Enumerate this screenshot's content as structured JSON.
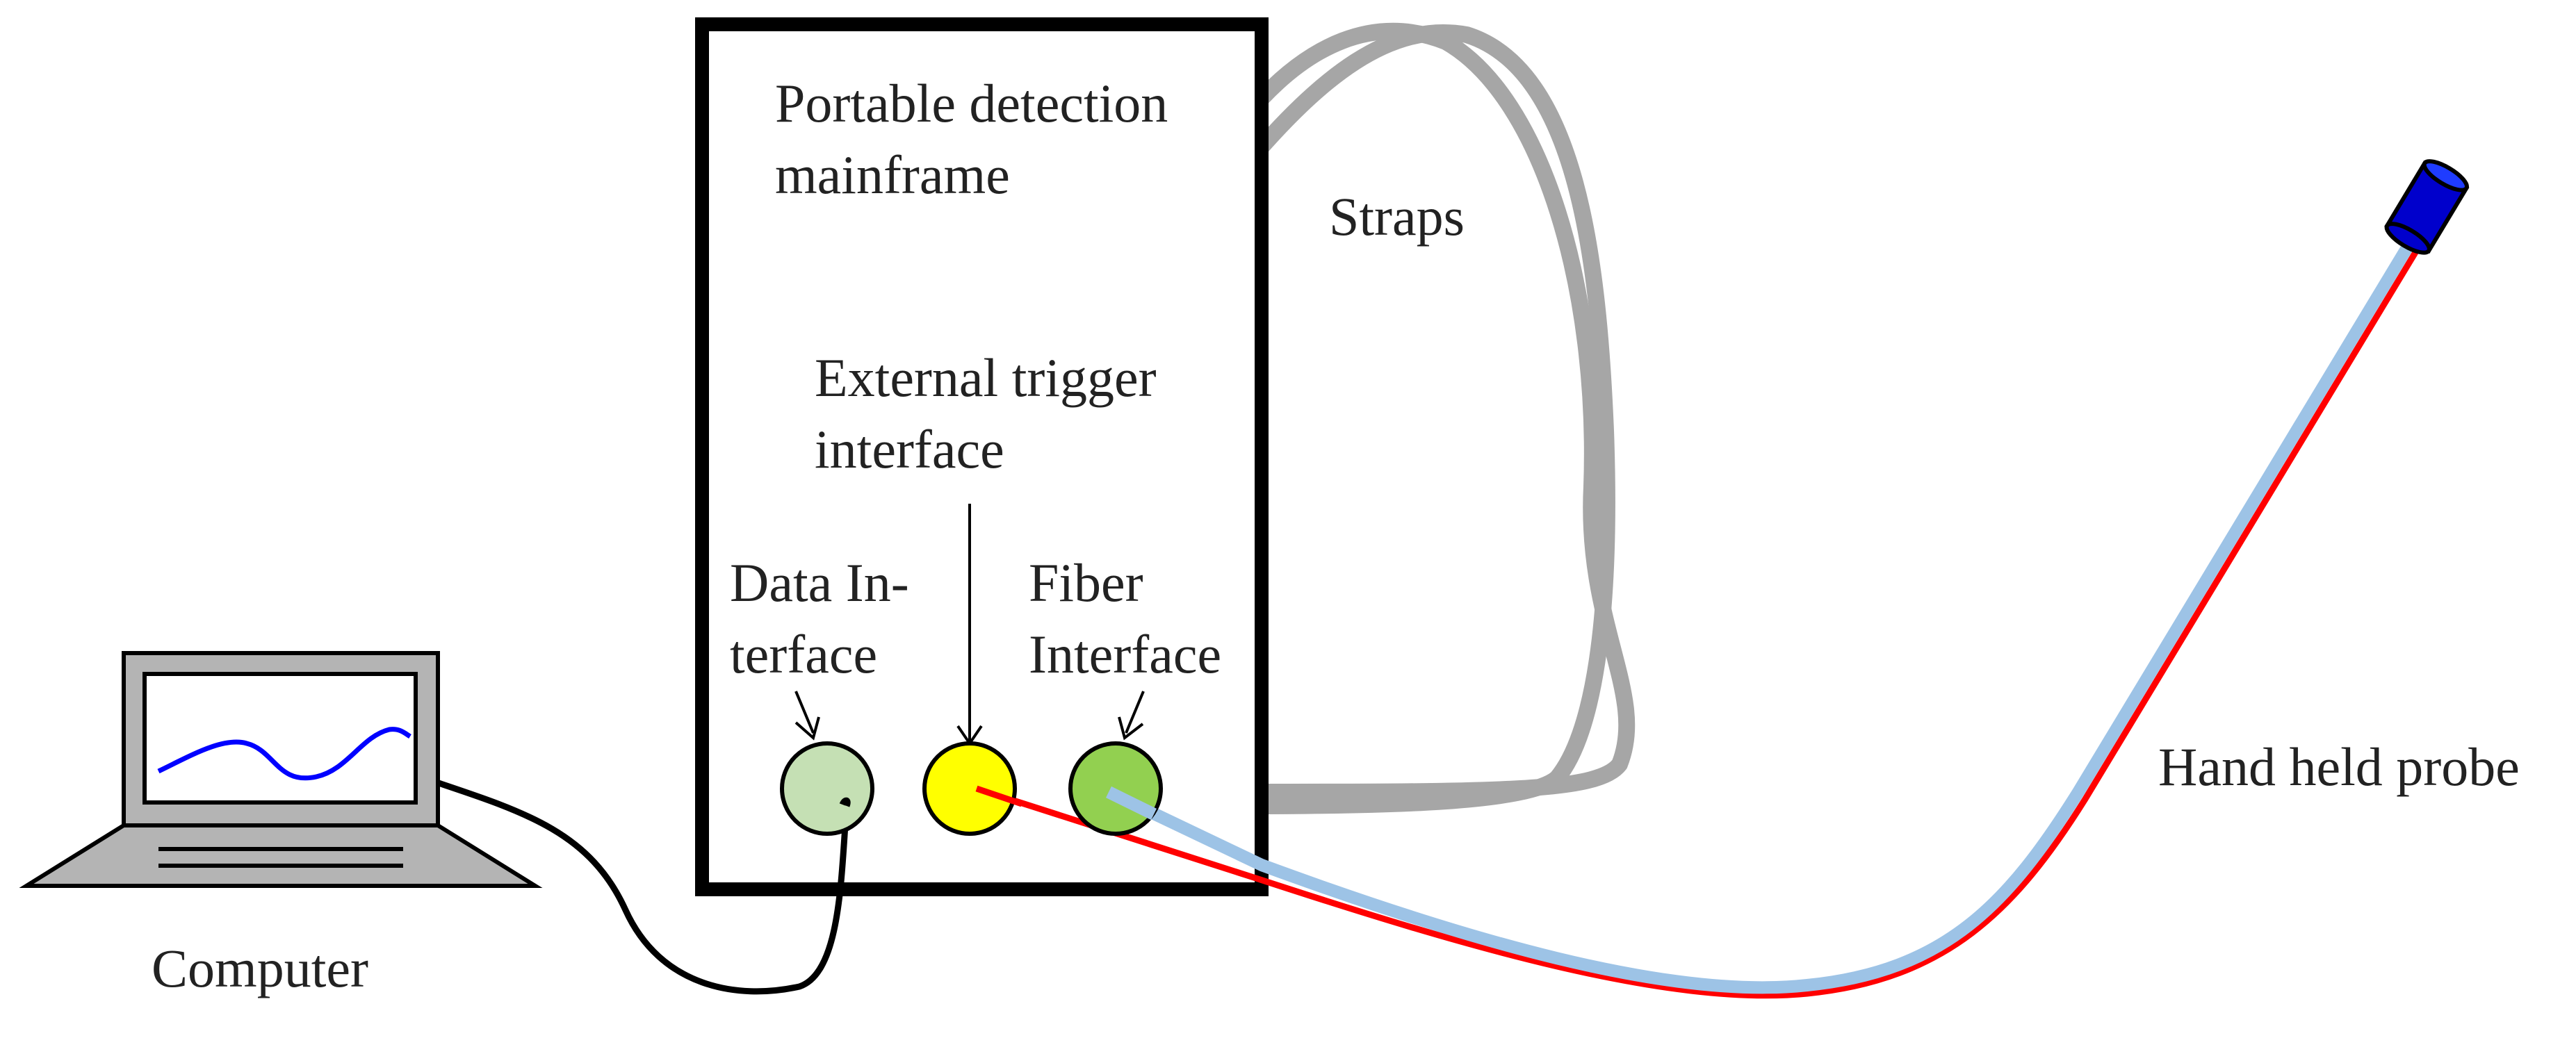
{
  "labels": {
    "mainframe": [
      "Portable detection",
      "mainframe"
    ],
    "straps": "Straps",
    "external_trigger": [
      "External trigger",
      "interface"
    ],
    "data_interface": [
      "Data  In-",
      "terface"
    ],
    "fiber_interface": [
      "Fiber",
      "Interface"
    ],
    "computer": "Computer",
    "probe": "Hand held probe"
  },
  "colors": {
    "frame": "#000000",
    "straps": "#a6a6a6",
    "data_port": "#c5e0b4",
    "trigger_port": "#ffff00",
    "fiber_port": "#92d050",
    "trigger_line": "#ff0000",
    "fiber_line": "#9dc3e6",
    "probe_tip": "#0000cc",
    "screen_curve": "#0000ff",
    "laptop_body": "#b4b4b4"
  }
}
